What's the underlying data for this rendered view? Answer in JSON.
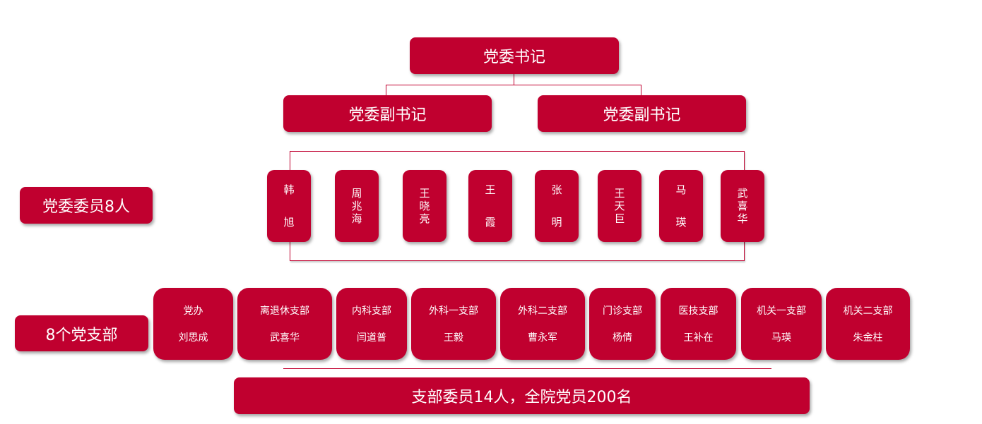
{
  "secretary": "党委书记",
  "deputies": [
    "党委副书记",
    "党委副书记"
  ],
  "committee_label": "党委委员8人",
  "members": [
    [
      "韩",
      "旭"
    ],
    [
      "周兆海"
    ],
    [
      "王晓亮"
    ],
    [
      "王",
      "霞"
    ],
    [
      "张",
      "明"
    ],
    [
      "王天巨"
    ],
    [
      "马",
      "瑛"
    ],
    [
      "武喜华"
    ]
  ],
  "branches_label": "8个党支部",
  "branches": [
    {
      "name": "党办",
      "leader": "刘思成"
    },
    {
      "name": "离退休支部",
      "leader": "武喜华"
    },
    {
      "name": "内科支部",
      "leader": "闫道普"
    },
    {
      "name": "外科一支部",
      "leader": "王毅"
    },
    {
      "name": "外科二支部",
      "leader": "曹永军"
    },
    {
      "name": "门诊支部",
      "leader": "杨倩"
    },
    {
      "name": "医技支部",
      "leader": "王补在"
    },
    {
      "name": "机关一支部",
      "leader": "马瑛"
    },
    {
      "name": "机关二支部",
      "leader": "朱金柱"
    }
  ],
  "summary": "支部委员14人，全院党员200名"
}
